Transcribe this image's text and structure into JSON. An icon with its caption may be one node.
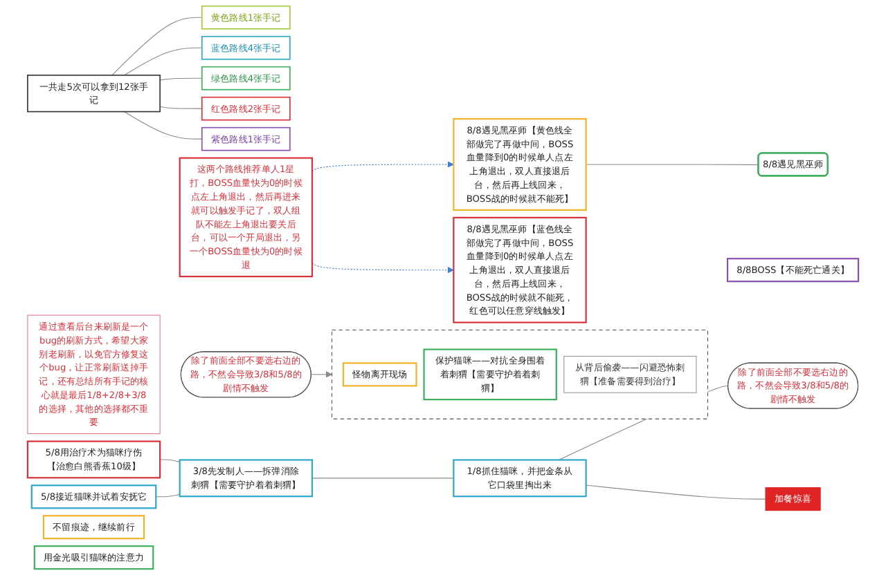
{
  "diagram": {
    "nodes": [
      {
        "text": [
          "一共走5次可以拿到12张手记"
        ]
      },
      {
        "text": [
          "黄色路线1张手记"
        ]
      },
      {
        "text": [
          "蓝色路线4张手记"
        ]
      },
      {
        "text": [
          "绿色路线4张手记"
        ]
      },
      {
        "text": [
          "红色路线2张手记"
        ]
      },
      {
        "text": [
          "紫色路线1张手记"
        ]
      },
      {
        "text": [
          "8/8遇见黑巫师【黄色线全部做完了再做中间，BOSS血量降到0的时候单人点左上角退出，双人直接退后台，然后再上线回来，BOSS战的时候就不能死】"
        ]
      },
      {
        "text": [
          "8/8遇见黑巫师"
        ]
      },
      {
        "text": [
          "这两个路线推荐单人1星打，BOSS血量快为0的时候点左上角退出，然后再进来就可以触发手记了，双人组队不能左上角退出要关后台，可以一个开局退出，另一个BOSS血量快为0的时候退"
        ]
      },
      {
        "text": [
          "通过查看后台来刷新是一个bug的刷新方式，希望大家别老刷新，以免官方修复这个bug，让正常刷新送掉手记，还有总结所有手记的核心就是最后1/8+2/8+3/8的选择，其他的选择都不重要"
        ]
      },
      {
        "text": [
          "8/8遇见黑巫师【蓝色线全部做完了再做中间，BOSS血量降到0的时候单人点左上角退出，双人直接退后台，然后再上线回来，BOSS战的时候就不能死，红色可以任意穿线触发】"
        ]
      },
      {
        "text": [
          "8/8BOSS【不能死亡通关】"
        ]
      },
      {
        "text": [
          "除了前面全部不要选右边的路，不然会导致3/8和5/8的剧情不触发"
        ]
      },
      {
        "text": [],
        "shape": "box"
      },
      {
        "text": [
          "怪物离开现场"
        ],
        "in": 13
      },
      {
        "text": [
          "保护猫咪——对抗全身围着着刺猬【需要守护着着刺猬】"
        ],
        "in": 13
      },
      {
        "text": [
          "从背后偷袭——闪避恐怖刺猬【准备需要得到治疗】"
        ],
        "in": 13
      },
      {
        "text": [
          "5/8用治疗术为猫咪疗伤【治愈白熊香蕉10级】"
        ]
      },
      {
        "text": [
          "5/8接近猫咪并试着安抚它"
        ]
      },
      {
        "text": [
          "3/8先发制人——拆弹消除刺猬【需要守护着着刺猬】"
        ]
      },
      {
        "text": [
          "不留痕迹，继续前行"
        ]
      },
      {
        "text": [
          "用金光吸引猫咪的注意力"
        ]
      },
      {
        "text": [
          "1/8抓住猫咪，并把金条从它口袋里掏出来"
        ]
      },
      {
        "text": [
          "除了前面全部不要选右边的路，不然会导致3/8和5/8的剧情不触发"
        ]
      },
      {
        "text": [
          "加餐惊喜"
        ]
      }
    ],
    "edges": [
      {
        "from": 0,
        "to": 1,
        "arrow": "none"
      },
      {
        "from": 0,
        "to": 2,
        "arrow": "none"
      },
      {
        "from": 0,
        "to": 3,
        "arrow": "none"
      },
      {
        "from": 0,
        "to": 4,
        "arrow": "none"
      },
      {
        "from": 0,
        "to": 5,
        "arrow": "none"
      },
      {
        "from": 6,
        "to": 7,
        "arrow": "none"
      },
      {
        "from": 8,
        "to": 6,
        "arrow": "to",
        "style": "dashed",
        "color": "#3d7fd6"
      },
      {
        "from": 8,
        "to": 10,
        "arrow": "to",
        "style": "dashed",
        "color": "#3d7fd6"
      },
      {
        "from": 12,
        "to": 13,
        "arrow": "to"
      },
      {
        "from": 17,
        "to": 19,
        "arrow": "none"
      },
      {
        "from": 18,
        "to": 19,
        "arrow": "none"
      },
      {
        "from": 19,
        "to": 22,
        "arrow": "none"
      },
      {
        "from": 22,
        "to": 23,
        "arrow": "none"
      },
      {
        "from": 22,
        "to": 24,
        "arrow": "none"
      }
    ]
  }
}
